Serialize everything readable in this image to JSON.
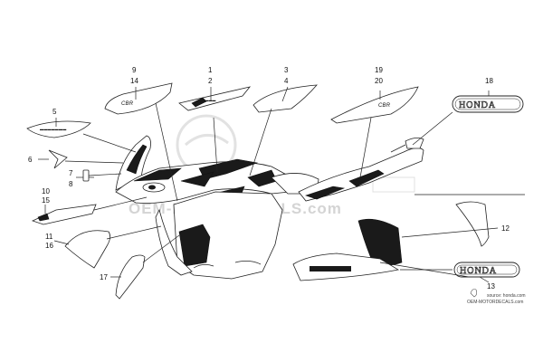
{
  "callouts": {
    "c1": "1",
    "c2": "2",
    "c3": "3",
    "c4": "4",
    "c5": "5",
    "c6": "6",
    "c7": "7",
    "c8": "8",
    "c9": "9",
    "c10": "10",
    "c11": "11",
    "c12": "12",
    "c13": "13",
    "c14": "14",
    "c15": "15",
    "c16": "16",
    "c17": "17",
    "c18": "18",
    "c19": "19",
    "c20": "20"
  },
  "brand_text": {
    "top": "HONDA",
    "bottom": "HONDA"
  },
  "watermark": "OEM-MOTORDECALS.com",
  "source": {
    "line1": "source: honda.com",
    "line2": "OEM-MOTORDECALS.com"
  },
  "colors": {
    "ink": "#111111",
    "watermark": "#d4d4d4",
    "paper": "#ffffff"
  }
}
